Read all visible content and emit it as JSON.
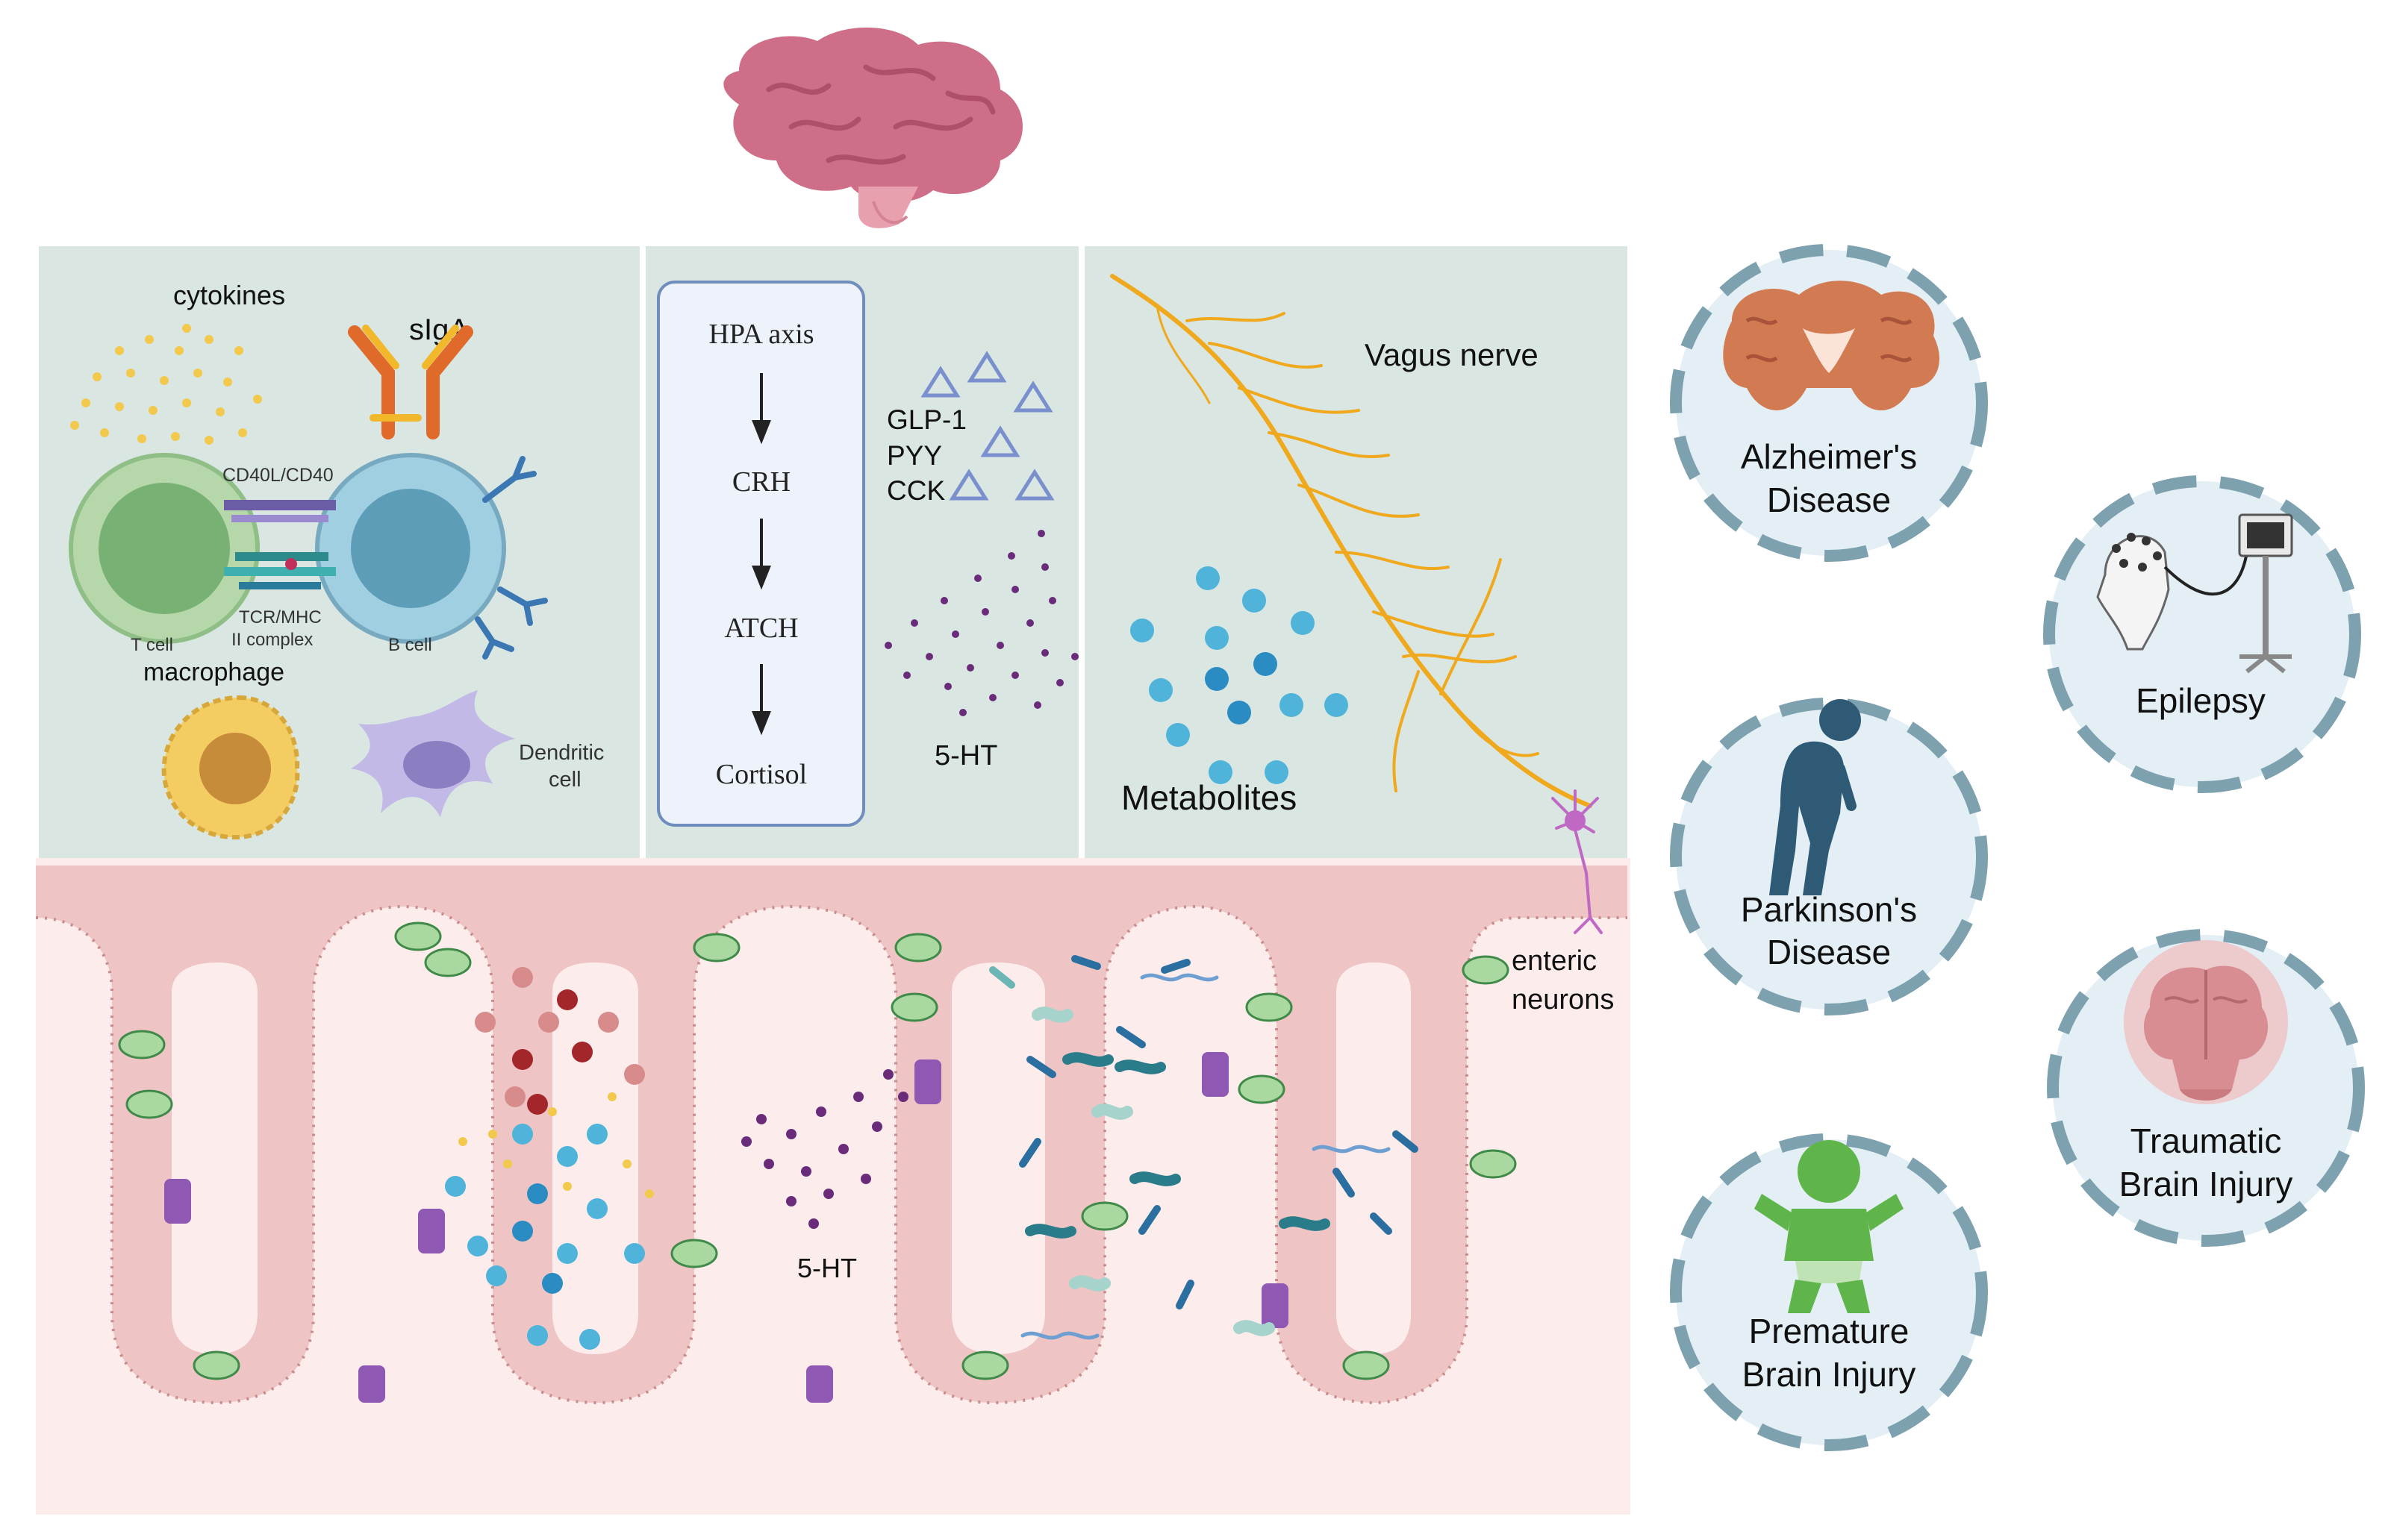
{
  "panels": {
    "immune": {
      "cytokines": "cytokines",
      "siga": "sIgA",
      "cd40": "CD40L/CD40",
      "tcr_line1": "TCR/MHC",
      "tcr_line2": "II complex",
      "t_cell": "T cell",
      "b_cell": "B cell",
      "macrophage": "macrophage",
      "dendritic_line1": "Dendritic",
      "dendritic_line2": "cell"
    },
    "endocrine": {
      "hpa_steps": [
        "HPA axis",
        "CRH",
        "ATCH",
        "Cortisol"
      ],
      "hormones": [
        "GLP-1",
        "PYY",
        "CCK"
      ],
      "serotonin": "5-HT"
    },
    "neural": {
      "vagus": "Vagus nerve",
      "metabolites": "Metabolites"
    }
  },
  "gut": {
    "enteric_line1": "enteric",
    "enteric_line2": "neurons",
    "serotonin": "5-HT"
  },
  "diseases": [
    {
      "lines": [
        "Alzheimer's",
        "Disease"
      ],
      "icon": "brain-section-icon"
    },
    {
      "lines": [
        "Epilepsy"
      ],
      "icon": "eeg-icon"
    },
    {
      "lines": [
        "Parkinson's",
        "Disease"
      ],
      "icon": "stooped-person-icon"
    },
    {
      "lines": [
        "Traumatic",
        "Brain Injury"
      ],
      "icon": "injured-brain-icon"
    },
    {
      "lines": [
        "Premature",
        "Brain Injury"
      ],
      "icon": "baby-icon"
    }
  ],
  "colors": {
    "panel_bg": "#d9e6e2",
    "gut_bg": "#fcecec",
    "epithelium": "#eec4c4",
    "cell_border": "#c98c8c",
    "brain": "#cf6e88",
    "nerve": "#f0a81c",
    "metabolite": "#4fb3da",
    "serotonin_dot": "#6a2c7a",
    "disease_ring": "#7ea1b0",
    "disease_fill": "#e3eff4"
  }
}
